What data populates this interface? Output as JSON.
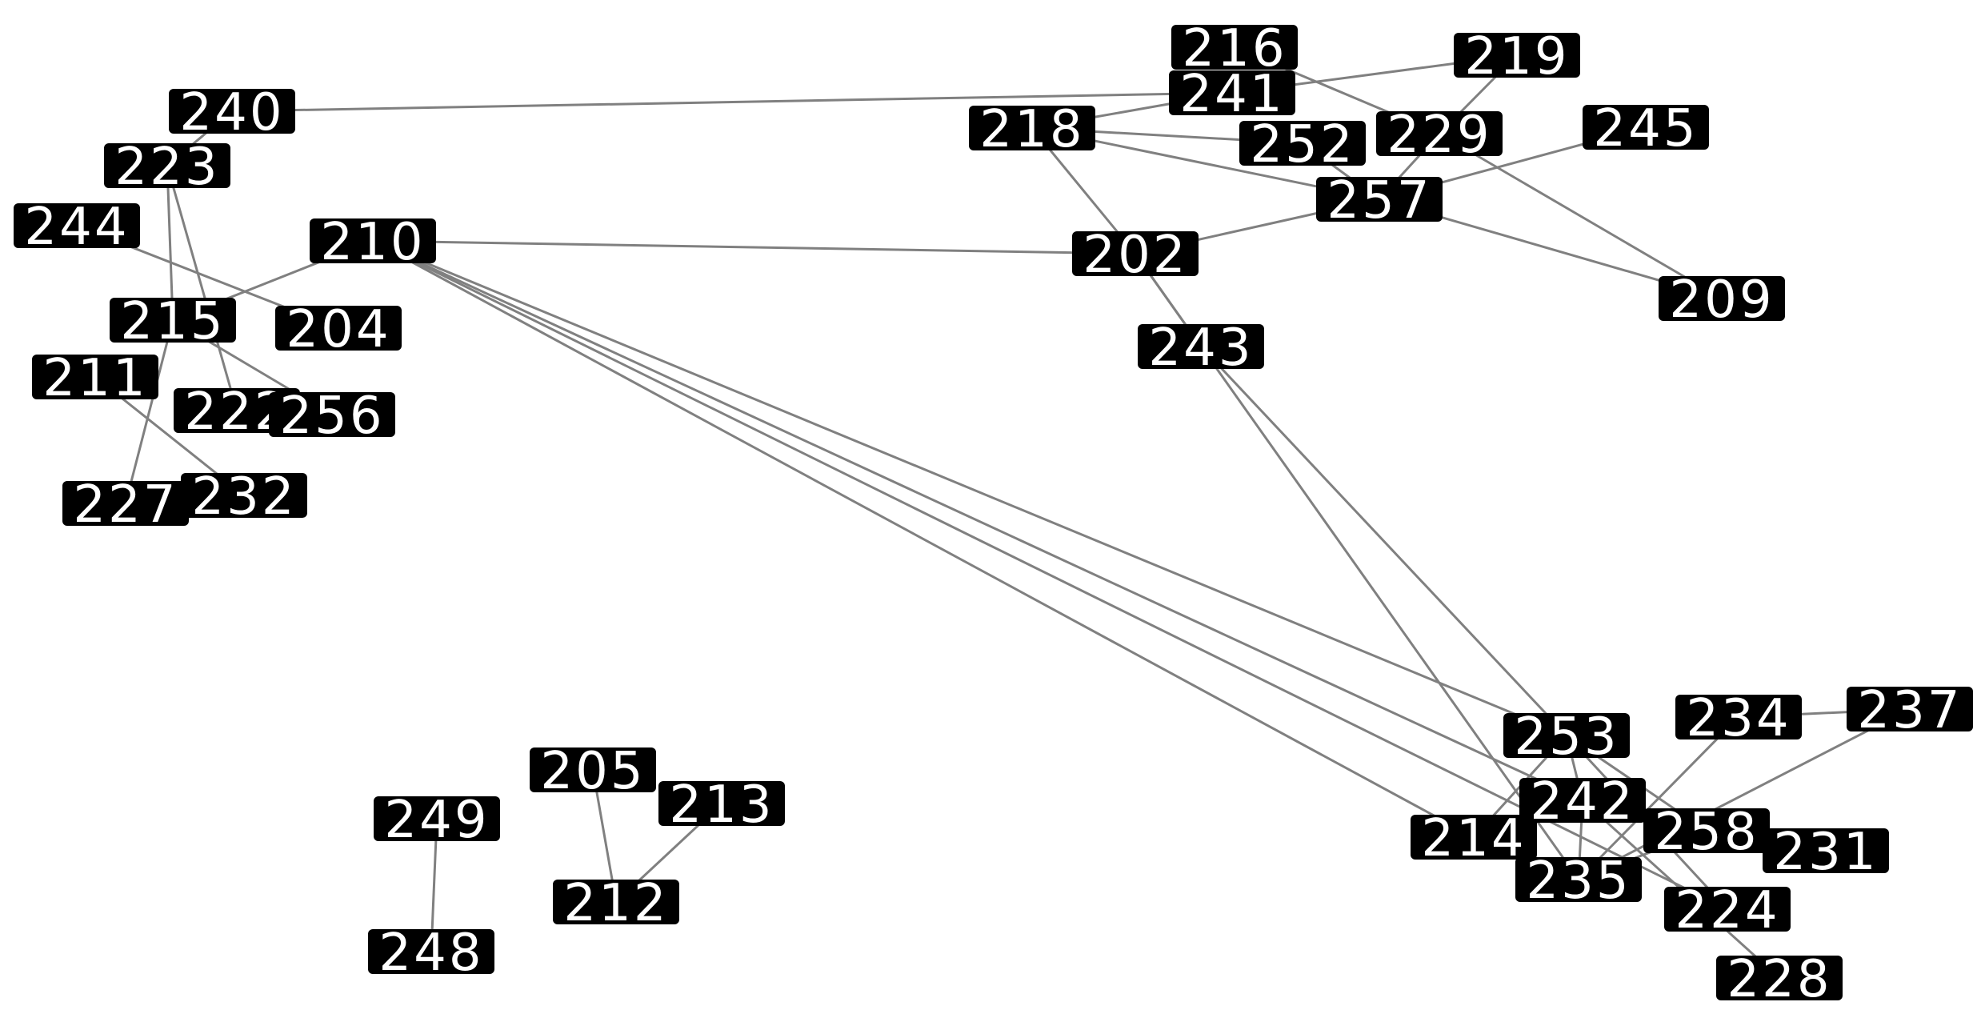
{
  "graph": {
    "nodes": [
      {
        "id": "202"
      },
      {
        "id": "204"
      },
      {
        "id": "205"
      },
      {
        "id": "209"
      },
      {
        "id": "210"
      },
      {
        "id": "211"
      },
      {
        "id": "212"
      },
      {
        "id": "213"
      },
      {
        "id": "214"
      },
      {
        "id": "215"
      },
      {
        "id": "216"
      },
      {
        "id": "218"
      },
      {
        "id": "219"
      },
      {
        "id": "222"
      },
      {
        "id": "223"
      },
      {
        "id": "224"
      },
      {
        "id": "227"
      },
      {
        "id": "228"
      },
      {
        "id": "229"
      },
      {
        "id": "231"
      },
      {
        "id": "232"
      },
      {
        "id": "234"
      },
      {
        "id": "235"
      },
      {
        "id": "237"
      },
      {
        "id": "240"
      },
      {
        "id": "241"
      },
      {
        "id": "242"
      },
      {
        "id": "243"
      },
      {
        "id": "244"
      },
      {
        "id": "245"
      },
      {
        "id": "248"
      },
      {
        "id": "249"
      },
      {
        "id": "252"
      },
      {
        "id": "253"
      },
      {
        "id": "256"
      },
      {
        "id": "257"
      },
      {
        "id": "258"
      }
    ],
    "edges": [
      [
        "240",
        "241"
      ],
      [
        "240",
        "223"
      ],
      [
        "223",
        "222"
      ],
      [
        "223",
        "215"
      ],
      [
        "244",
        "204"
      ],
      [
        "210",
        "215"
      ],
      [
        "210",
        "202"
      ],
      [
        "210",
        "253"
      ],
      [
        "210",
        "214"
      ],
      [
        "210",
        "224"
      ],
      [
        "210",
        "242"
      ],
      [
        "215",
        "256"
      ],
      [
        "215",
        "227"
      ],
      [
        "211",
        "232"
      ],
      [
        "218",
        "241"
      ],
      [
        "218",
        "252"
      ],
      [
        "218",
        "257"
      ],
      [
        "218",
        "202"
      ],
      [
        "216",
        "229"
      ],
      [
        "241",
        "219"
      ],
      [
        "219",
        "229"
      ],
      [
        "229",
        "257"
      ],
      [
        "229",
        "209"
      ],
      [
        "252",
        "257"
      ],
      [
        "257",
        "245"
      ],
      [
        "257",
        "202"
      ],
      [
        "257",
        "209"
      ],
      [
        "202",
        "243"
      ],
      [
        "202",
        "235"
      ],
      [
        "243",
        "253"
      ],
      [
        "253",
        "214"
      ],
      [
        "253",
        "242"
      ],
      [
        "253",
        "258"
      ],
      [
        "253",
        "224"
      ],
      [
        "242",
        "235"
      ],
      [
        "242",
        "231"
      ],
      [
        "242",
        "228"
      ],
      [
        "234",
        "237"
      ],
      [
        "234",
        "235"
      ],
      [
        "237",
        "235"
      ],
      [
        "258",
        "235"
      ],
      [
        "205",
        "212"
      ],
      [
        "213",
        "212"
      ],
      [
        "249",
        "248"
      ]
    ]
  }
}
